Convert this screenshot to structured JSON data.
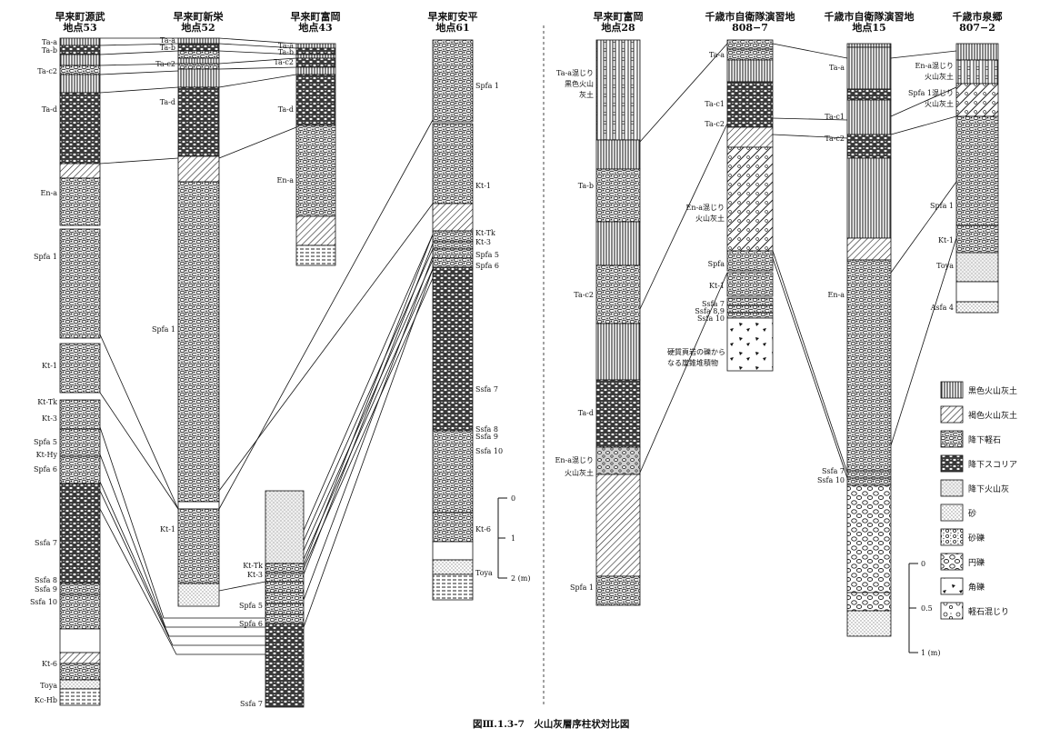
{
  "caption": "図Ⅲ.1.3-7　火山灰層序柱状対比図",
  "columns": [
    {
      "id": "c53",
      "title": [
        "早来町源武",
        "地点53"
      ],
      "layers": [
        {
          "pattern": "vert",
          "from": 0,
          "to": 8
        },
        {
          "pattern": "scoria",
          "from": 8,
          "to": 18
        },
        {
          "pattern": "vert",
          "from": 18,
          "to": 30
        },
        {
          "pattern": "pumice",
          "from": 30,
          "to": 40
        },
        {
          "pattern": "vert",
          "from": 40,
          "to": 60
        },
        {
          "pattern": "scoria",
          "from": 60,
          "to": 138
        },
        {
          "pattern": "diag",
          "from": 138,
          "to": 154
        },
        {
          "pattern": "pumice",
          "from": 154,
          "to": 206
        },
        {
          "pattern": "pumice",
          "from": 210,
          "to": 330
        },
        {
          "pattern": "pumice",
          "from": 336,
          "to": 390
        },
        {
          "pattern": "pumice",
          "from": 398,
          "to": 430
        },
        {
          "pattern": "pumice",
          "from": 430,
          "to": 460
        },
        {
          "pattern": "pumice",
          "from": 460,
          "to": 490
        },
        {
          "pattern": "scoria",
          "from": 490,
          "to": 600
        },
        {
          "pattern": "pumice",
          "from": 600,
          "to": 612
        },
        {
          "pattern": "pumice",
          "from": 612,
          "to": 650
        },
        {
          "pattern": "blank",
          "from": 650,
          "to": 676
        },
        {
          "pattern": "diag",
          "from": 676,
          "to": 688
        },
        {
          "pattern": "pumice",
          "from": 688,
          "to": 706
        },
        {
          "pattern": "sand",
          "from": 706,
          "to": 716
        },
        {
          "pattern": "horiz",
          "from": 716,
          "to": 734
        }
      ],
      "labels": [
        {
          "text": "Ta-a",
          "at": 4
        },
        {
          "text": "Ta-b",
          "at": 13
        },
        {
          "text": "Ta-c2",
          "at": 36
        },
        {
          "text": "Ta-d",
          "at": 78
        },
        {
          "text": "En-a",
          "at": 170
        },
        {
          "text": "Spfa 1",
          "at": 240
        },
        {
          "text": "Kt-1",
          "at": 360
        },
        {
          "text": "Kt-Tk",
          "at": 400
        },
        {
          "text": "Kt-3",
          "at": 418
        },
        {
          "text": "Spfa 5",
          "at": 444
        },
        {
          "text": "Kt-Hy",
          "at": 458
        },
        {
          "text": "Spfa 6",
          "at": 474
        },
        {
          "text": "Ssfa 7",
          "at": 555
        },
        {
          "text": "Ssfa 8",
          "at": 596
        },
        {
          "text": "Ssfa 9",
          "at": 606
        },
        {
          "text": "Ssfa 10",
          "at": 620
        },
        {
          "text": "Kt-6",
          "at": 688
        },
        {
          "text": "Toya",
          "at": 712
        },
        {
          "text": "Kc-Hb",
          "at": 728
        }
      ]
    },
    {
      "id": "c52",
      "title": [
        "早来町新栄",
        "地点52"
      ],
      "layers": [
        {
          "pattern": "vert",
          "from": 0,
          "to": 6
        },
        {
          "pattern": "scoria",
          "from": 6,
          "to": 14
        },
        {
          "pattern": "pumice",
          "from": 14,
          "to": 22
        },
        {
          "pattern": "vert",
          "from": 22,
          "to": 28
        },
        {
          "pattern": "pumice",
          "from": 28,
          "to": 34
        },
        {
          "pattern": "vert",
          "from": 34,
          "to": 54
        },
        {
          "pattern": "scoria",
          "from": 54,
          "to": 130
        },
        {
          "pattern": "diag",
          "from": 130,
          "to": 158
        },
        {
          "pattern": "pumice",
          "from": 158,
          "to": 510
        },
        {
          "pattern": "blank",
          "from": 510,
          "to": 518
        },
        {
          "pattern": "pumice",
          "from": 518,
          "to": 600
        },
        {
          "pattern": "sand",
          "from": 600,
          "to": 625
        }
      ],
      "labels": [
        {
          "text": "Ta-a",
          "at": 2
        },
        {
          "text": "Ta-b",
          "at": 10
        },
        {
          "text": "Ta-c2",
          "at": 28
        },
        {
          "text": "Ta-d",
          "at": 70
        },
        {
          "text": "Spfa 1",
          "at": 320
        },
        {
          "text": "Kt-1",
          "at": 540
        }
      ]
    },
    {
      "id": "c43",
      "title": [
        "早来町富岡",
        "地点43"
      ],
      "layers": [
        {
          "pattern": "vert",
          "from": 0,
          "to": 5
        },
        {
          "pattern": "scoria",
          "from": 5,
          "to": 12
        },
        {
          "pattern": "vert",
          "from": 12,
          "to": 16
        },
        {
          "pattern": "scoria",
          "from": 16,
          "to": 26
        },
        {
          "pattern": "vert",
          "from": 26,
          "to": 34
        },
        {
          "pattern": "scoria",
          "from": 34,
          "to": 90
        },
        {
          "pattern": "pumice",
          "from": 90,
          "to": 190
        },
        {
          "pattern": "diag",
          "from": 190,
          "to": 222
        },
        {
          "pattern": "horiz",
          "from": 222,
          "to": 244
        }
      ],
      "labels": [
        {
          "text": "Ta-a",
          "at": 2
        },
        {
          "text": "Ta-b",
          "at": 9
        },
        {
          "text": "Ta-c2",
          "at": 20
        },
        {
          "text": "Ta-d",
          "at": 72
        },
        {
          "text": "En-a",
          "at": 150
        }
      ]
    },
    {
      "id": "cmid",
      "title": [],
      "layers": [
        {
          "pattern": "fine",
          "from": 0,
          "to": 80
        },
        {
          "pattern": "pumice",
          "from": 80,
          "to": 90
        },
        {
          "pattern": "pumice",
          "from": 90,
          "to": 100
        },
        {
          "pattern": "pumice",
          "from": 100,
          "to": 112
        },
        {
          "pattern": "pumice",
          "from": 112,
          "to": 124
        },
        {
          "pattern": "pumice",
          "from": 124,
          "to": 136
        },
        {
          "pattern": "pumice",
          "from": 136,
          "to": 146
        },
        {
          "pattern": "scoria",
          "from": 146,
          "to": 238
        }
      ],
      "labels": [
        {
          "text": "Kt-Tk",
          "at": 82
        },
        {
          "text": "Kt-3",
          "at": 92
        },
        {
          "text": "Spfa 5",
          "at": 126
        },
        {
          "text": "Spfa 6",
          "at": 146
        },
        {
          "text": "Ssfa 7",
          "at": 234
        }
      ]
    },
    {
      "id": "c61",
      "title": [
        "早来町安平",
        "地点61"
      ],
      "layers": [
        {
          "pattern": "pumice",
          "from": 0,
          "to": 90
        },
        {
          "pattern": "pumice",
          "from": 92,
          "to": 180
        },
        {
          "pattern": "diag",
          "from": 180,
          "to": 210
        },
        {
          "pattern": "pumice",
          "from": 210,
          "to": 222
        },
        {
          "pattern": "pumice",
          "from": 222,
          "to": 230
        },
        {
          "pattern": "pumice",
          "from": 230,
          "to": 240
        },
        {
          "pattern": "pumice",
          "from": 240,
          "to": 250
        },
        {
          "pattern": "scoria",
          "from": 250,
          "to": 430
        },
        {
          "pattern": "pumice",
          "from": 430,
          "to": 520
        },
        {
          "pattern": "pumice",
          "from": 520,
          "to": 552
        },
        {
          "pattern": "blank",
          "from": 552,
          "to": 572
        },
        {
          "pattern": "sand",
          "from": 572,
          "to": 588
        },
        {
          "pattern": "horiz",
          "from": 588,
          "to": 616
        }
      ],
      "labels": [
        {
          "text": "Spfa 1",
          "at": 50
        },
        {
          "text": "Kt-1",
          "at": 160
        },
        {
          "text": "Kt-Tk",
          "at": 212
        },
        {
          "text": "Kt-3",
          "at": 222
        },
        {
          "text": "Spfa 5",
          "at": 236
        },
        {
          "text": "Spfa 6",
          "at": 248
        },
        {
          "text": "Ssfa 7",
          "at": 384
        },
        {
          "text": "Ssfa 8",
          "at": 428
        },
        {
          "text": "Ssfa 9",
          "at": 436
        },
        {
          "text": "Ssfa 10",
          "at": 452
        },
        {
          "text": "Kt-6",
          "at": 538
        },
        {
          "text": "Toya",
          "at": 586
        }
      ]
    },
    {
      "id": "c28",
      "title": [
        "早来町富岡",
        "地点28"
      ],
      "layers": [
        {
          "pattern": "vert-dots",
          "from": 0,
          "to": 110
        },
        {
          "pattern": "vert",
          "from": 110,
          "to": 142
        },
        {
          "pattern": "pumice",
          "from": 142,
          "to": 200
        },
        {
          "pattern": "vert",
          "from": 200,
          "to": 248
        },
        {
          "pattern": "pumice",
          "from": 248,
          "to": 312
        },
        {
          "pattern": "vert",
          "from": 312,
          "to": 374
        },
        {
          "pattern": "scoria",
          "from": 374,
          "to": 448
        },
        {
          "pattern": "pumice-dots",
          "from": 448,
          "to": 478
        },
        {
          "pattern": "diag",
          "from": 478,
          "to": 590
        },
        {
          "pattern": "pumice",
          "from": 590,
          "to": 622
        }
      ],
      "labels": [
        {
          "text": "Ta-a混じり",
          "at": 36
        },
        {
          "text": "黒色火山",
          "at": 48
        },
        {
          "text": "灰土",
          "at": 60
        },
        {
          "text": "Ta-b",
          "at": 160
        },
        {
          "text": "Ta-c2",
          "at": 280
        },
        {
          "text": "Ta-d",
          "at": 410
        },
        {
          "text": "En-a混じり",
          "at": 462
        },
        {
          "text": "火山灰土",
          "at": 476
        },
        {
          "text": "Spfa 1",
          "at": 602
        }
      ]
    },
    {
      "id": "c808",
      "title": [
        "千歳市自衛隊演習地",
        "808−7"
      ],
      "layers": [
        {
          "pattern": "pumice",
          "from": 0,
          "to": 10
        },
        {
          "pattern": "pumice",
          "from": 10,
          "to": 22
        },
        {
          "pattern": "vert",
          "from": 22,
          "to": 46
        },
        {
          "pattern": "scoria",
          "from": 46,
          "to": 96
        },
        {
          "pattern": "diag",
          "from": 96,
          "to": 118
        },
        {
          "pattern": "diag-dots",
          "from": 118,
          "to": 232
        },
        {
          "pattern": "pumice",
          "from": 232,
          "to": 254
        },
        {
          "pattern": "pumice",
          "from": 256,
          "to": 282
        },
        {
          "pattern": "pumice",
          "from": 284,
          "to": 292
        },
        {
          "pattern": "pumice",
          "from": 292,
          "to": 300
        },
        {
          "pattern": "pumice",
          "from": 300,
          "to": 306
        },
        {
          "pattern": "breccia",
          "from": 306,
          "to": 364
        }
      ],
      "labels": [
        {
          "text": "Ta-a",
          "at": 16
        },
        {
          "text": "Ta-c1",
          "at": 70
        },
        {
          "text": "Ta-c2",
          "at": 92
        },
        {
          "text": "En-a混じり",
          "at": 184
        },
        {
          "text": "火山灰土",
          "at": 196
        },
        {
          "text": "Spfa",
          "at": 246
        },
        {
          "text": "Kt-1",
          "at": 270
        },
        {
          "text": "Ssfa 7",
          "at": 290
        },
        {
          "text": "Ssfa 8,9",
          "at": 298
        },
        {
          "text": "Ssfa 10",
          "at": 306
        }
      ]
    },
    {
      "id": "c15",
      "title": [
        "千歳市自衛隊演習地",
        "地点15"
      ],
      "layers": [
        {
          "pattern": "vert",
          "from": 0,
          "to": 4
        },
        {
          "pattern": "vert",
          "from": 4,
          "to": 50
        },
        {
          "pattern": "scoria",
          "from": 50,
          "to": 62
        },
        {
          "pattern": "vert",
          "from": 62,
          "to": 100
        },
        {
          "pattern": "scoria",
          "from": 100,
          "to": 126
        },
        {
          "pattern": "vert",
          "from": 126,
          "to": 214
        },
        {
          "pattern": "diag",
          "from": 214,
          "to": 238
        },
        {
          "pattern": "pumice",
          "from": 238,
          "to": 470
        },
        {
          "pattern": "pumice",
          "from": 470,
          "to": 478
        },
        {
          "pattern": "pumice",
          "from": 478,
          "to": 486
        },
        {
          "pattern": "cobble",
          "from": 486,
          "to": 604
        },
        {
          "pattern": "cobble",
          "from": 604,
          "to": 624
        },
        {
          "pattern": "sand",
          "from": 624,
          "to": 652
        }
      ],
      "labels": [
        {
          "text": "Ta-a",
          "at": 26
        },
        {
          "text": "Ta-c1",
          "at": 80
        },
        {
          "text": "Ta-c2",
          "at": 104
        },
        {
          "text": "En-a",
          "at": 276
        },
        {
          "text": "Ssfa 7",
          "at": 470
        },
        {
          "text": "Ssfa 10",
          "at": 480
        }
      ]
    },
    {
      "id": "c807",
      "title": [
        "千歳市泉郷",
        "807−2"
      ],
      "layers": [
        {
          "pattern": "vert",
          "from": 0,
          "to": 18
        },
        {
          "pattern": "vert-dots",
          "from": 18,
          "to": 44
        },
        {
          "pattern": "diag-dots",
          "from": 44,
          "to": 80
        },
        {
          "pattern": "pumice",
          "from": 80,
          "to": 200
        },
        {
          "pattern": "pumice",
          "from": 200,
          "to": 230
        },
        {
          "pattern": "fine",
          "from": 230,
          "to": 262
        },
        {
          "pattern": "blank",
          "from": 262,
          "to": 284
        },
        {
          "pattern": "sand",
          "from": 284,
          "to": 296
        }
      ],
      "labels": [
        {
          "text": "En-a混じり",
          "at": 24
        },
        {
          "text": "火山灰土",
          "at": 36
        },
        {
          "text": "Spfa 1混じり",
          "at": 54
        },
        {
          "text": "火山灰土",
          "at": 66
        },
        {
          "text": "Spfa 1",
          "at": 178
        },
        {
          "text": "Kt-1",
          "at": 216
        },
        {
          "text": "Toya",
          "at": 244
        },
        {
          "text": "Asfa 4",
          "at": 290
        }
      ]
    }
  ],
  "scales": [
    {
      "id": "scale-left",
      "ticks": [
        "0",
        "1",
        "2 (m)"
      ]
    },
    {
      "id": "scale-right",
      "ticks": [
        "0",
        "0.5",
        "1 (m)"
      ]
    }
  ],
  "legend": [
    {
      "pattern": "vert",
      "label": "黒色火山灰土"
    },
    {
      "pattern": "diag",
      "label": "褐色火山灰土"
    },
    {
      "pattern": "pumice",
      "label": "降下軽石"
    },
    {
      "pattern": "scoria",
      "label": "降下スコリア"
    },
    {
      "pattern": "fine",
      "label": "降下火山灰"
    },
    {
      "pattern": "sand",
      "label": "砂"
    },
    {
      "pattern": "gravel",
      "label": "砂礫"
    },
    {
      "pattern": "cobble",
      "label": "円礫"
    },
    {
      "pattern": "breccia",
      "label": "角礫"
    },
    {
      "pattern": "pumice-mix",
      "label": "軽石混じり"
    }
  ],
  "annotations": [
    {
      "text": "硬質頁岩の礫から"
    },
    {
      "text": "なる崖錐堆積物"
    }
  ]
}
